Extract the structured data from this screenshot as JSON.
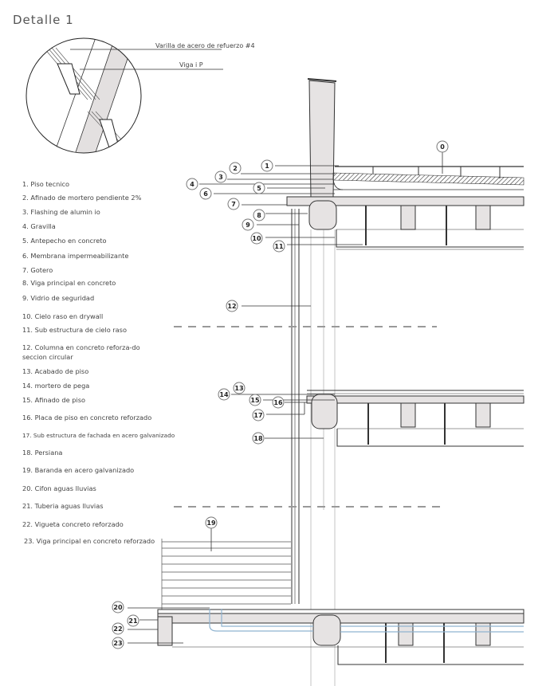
{
  "title": "Detalle 1",
  "detail": {
    "label_rebar": "Varilla de  acero de refuerzo #4",
    "label_beam": "Viga i P"
  },
  "legend": [
    "1. Piso tecnico",
    "2. Afinado de mortero pendiente 2%",
    "3. Flashing de alumin io",
    "4. Gravilla",
    "5. Antepecho en concreto",
    "6. Membrana impermeabilizante",
    "7.  Gotero",
    "8. Viga principal en concreto",
    "9. Vidrio de seguridad",
    "10. Cielo raso en drywall",
    "11.  Sub estructura de cielo raso",
    "12.  Columna en concreto reforza-do seccion circular",
    "13.  Acabado de piso",
    "14.  mortero de pega",
    "15. Afinado de piso",
    "16. Placa de piso en concreto reforzado",
    "17. Sub estructura de fachada en acero galvanizado",
    "18. Persiana",
    "19. Baranda  en acero galvanizado",
    "20. Cifon aguas lluvias",
    "21. Tuberia aguas lluvias",
    "22.  Vigueta concreto reforzado",
    "23.  Viga principal  en concreto reforzado"
  ],
  "callouts": {
    "c0": "0",
    "c1": "1",
    "c2": "2",
    "c3": "3",
    "c4": "4",
    "c5": "5",
    "c6": "6",
    "c7": "7",
    "c8": "8",
    "c9": "9",
    "c10": "10",
    "c11": "11",
    "c12": "12",
    "c13": "13",
    "c14": "14",
    "c15": "15",
    "c16": "16",
    "c17": "17",
    "c18": "18",
    "c19": "19",
    "c20": "20",
    "c21": "21",
    "c22": "22",
    "c23": "23"
  },
  "colors": {
    "concrete": "#e6e3e3",
    "line": "#333333",
    "pipe": "#8fb3d0"
  }
}
